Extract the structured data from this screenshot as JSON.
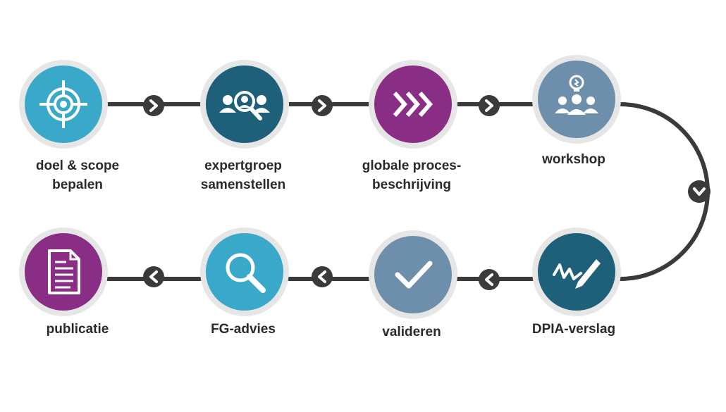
{
  "steps": [
    {
      "label": "doel & scope\nbepalen",
      "icon": "target-icon",
      "color": "#3aa8c9"
    },
    {
      "label": "expertgroep\nsamenstellen",
      "icon": "group-search-icon",
      "color": "#1e5f7a"
    },
    {
      "label": "globale proces-\nbeschrijving",
      "icon": "chevrons-icon",
      "color": "#8a2e85"
    },
    {
      "label": "workshop",
      "icon": "idea-people-icon",
      "color": "#6e8fab"
    },
    {
      "label": "DPIA-verslag",
      "icon": "pen-signature-icon",
      "color": "#1e5f7a"
    },
    {
      "label": "valideren",
      "icon": "checkmark-icon",
      "color": "#6e8fab"
    },
    {
      "label": "FG-advies",
      "icon": "magnifier-icon",
      "color": "#3aa8c9"
    },
    {
      "label": "publicatie",
      "icon": "document-icon",
      "color": "#8a2e85"
    }
  ],
  "colors": {
    "line": "#3a3a3a",
    "ring": "#e6e6e6",
    "text": "#2a2a2a"
  }
}
